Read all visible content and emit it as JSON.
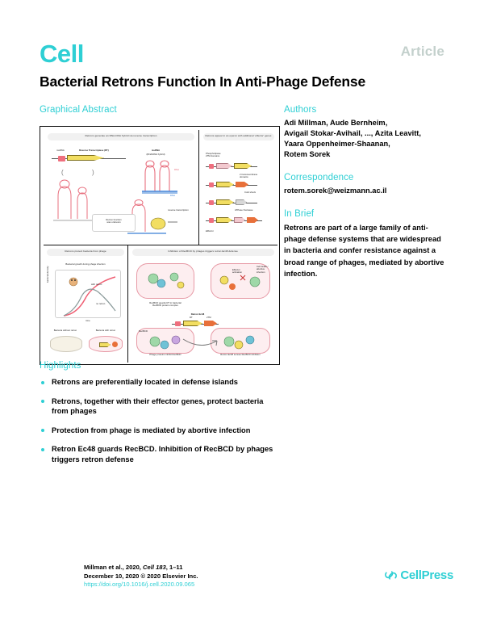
{
  "journal": {
    "logo": "Cell",
    "article_tag": "Article",
    "accent": "#2ecfd4",
    "tag_color": "#c3d0cc"
  },
  "paper": {
    "title": "Bacterial Retrons Function In Anti-Phage Defense"
  },
  "sections": {
    "graphical_abstract": "Graphical Abstract",
    "highlights": "Highlights",
    "authors": "Authors",
    "correspondence": "Correspondence",
    "in_brief": "In Brief"
  },
  "authors": {
    "lines": [
      "Adi Millman, Aude Bernheim,",
      "Avigail Stokar-Avihail, ..., Azita Leavitt,",
      "Yaara Oppenheimer-Shaanan,",
      "Rotem Sorek"
    ]
  },
  "correspondence": {
    "email": "rotem.sorek@weizmann.ac.il"
  },
  "in_brief": {
    "text": "Retrons are part of a large family of anti-phage defense systems that are widespread in bacteria and confer resistance against a broad range of phages, mediated by abortive infection."
  },
  "highlights": {
    "items": [
      "Retrons are preferentially located in defense islands",
      "Retrons, together with their effector genes, protect bacteria from phages",
      "Protection from phage is mediated by abortive infection",
      "Retron Ec48 guards RecBCD. Inhibition of RecBCD by phages triggers retron defense"
    ]
  },
  "graphical_abstract": {
    "panels": {
      "top_left_title": "Retrons generate an RNA-DNA hybrid via reverse transcription",
      "top_right_title": "Retrons appear in an operon with additional 'effector' genes",
      "bottom_left_title": "Retrons protect bacteria from phage",
      "bottom_right_title": "Inhibition of RecBCD by phages triggers retron Ec48 defense"
    },
    "labels": {
      "msr_msd": "msDNA",
      "reverse_transcriptase": "Reverse Transcriptase (RT)",
      "msdna": "msDNA",
      "hybrid": "(RNA/DNA hybrid)",
      "rna": "RNA",
      "dna": "DNA",
      "retron_function": "Retron function\nwas unknown",
      "two_tm": "2 transmembrane\ndomains",
      "cold_shock": "Cold shock",
      "atpase_nuclease": "ATPase  Nuclease",
      "effector": "Effector",
      "growth_title": "Bacterial growth during phage infection",
      "y_axis": "bacterial density",
      "x_axis": "time",
      "with_retron": "with retron",
      "no_retron": "no retron",
      "cell_no_retron": "Bacteria without retron",
      "cell_with_retron": "Bacteria with retron",
      "recbcd_label": "RecBCD guards RT in bacterial\nRecBCD protein complex",
      "retron_ec48": "Retron Ec48",
      "rt": "RT",
      "tm": "2TM",
      "recbcd": "RecBCD",
      "recbcd_inhibition": "RecBCD inhibition",
      "effector_activation": "Effector\nactivation",
      "cell_death": "Cell death /\nabortive\ninfection",
      "phage_inhibit": "Phage proteins inhibit RecBCD",
      "retron_senses": "Retron Ec48 senses RecBCD inhibition"
    }
  },
  "footer": {
    "citation_prefix": "Millman et al., 2020, ",
    "citation_journal": "Cell 183",
    "citation_suffix": ", 1–11",
    "date_line": "December 10, 2020 © 2020 Elsevier Inc.",
    "doi": "https://doi.org/10.1016/j.cell.2020.09.065",
    "publisher": "CellPress"
  }
}
